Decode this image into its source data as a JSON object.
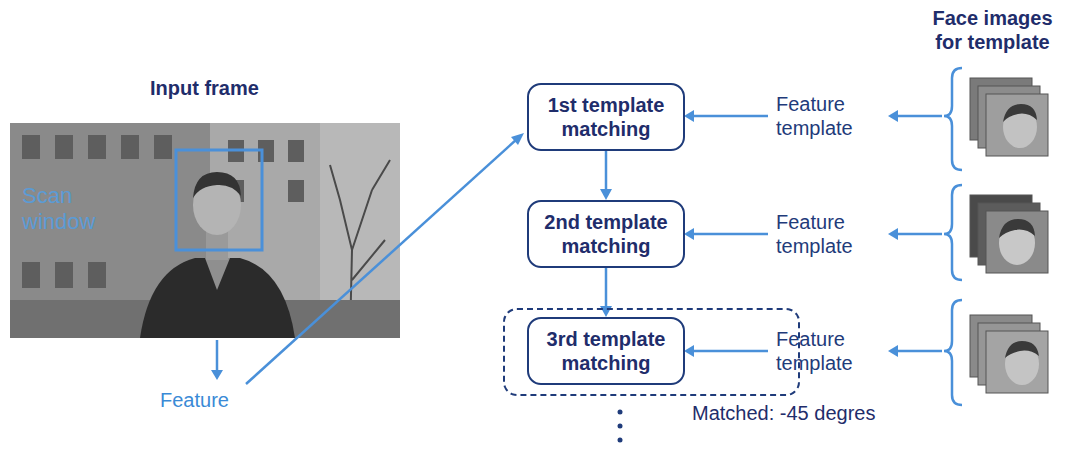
{
  "diagram": {
    "nodes": [
      {
        "text": [
          "1st template matching"
        ]
      },
      {
        "text": [
          "2nd template matching"
        ]
      },
      {
        "text": [
          "Matched: -45 degres"
        ]
      },
      {
        "text": [
          "3rd template matching"
        ],
        "in": 2
      }
    ],
    "edges": [
      {
        "from": 0,
        "to": 1,
        "arrow": "to"
      },
      {
        "from": 1,
        "to": 3,
        "arrow": "to"
      }
    ],
    "labels": [
      "Input frame",
      "Scan window",
      "Feature",
      "Feature template",
      "Feature template",
      "Feature template",
      "Face images for template"
    ]
  }
}
